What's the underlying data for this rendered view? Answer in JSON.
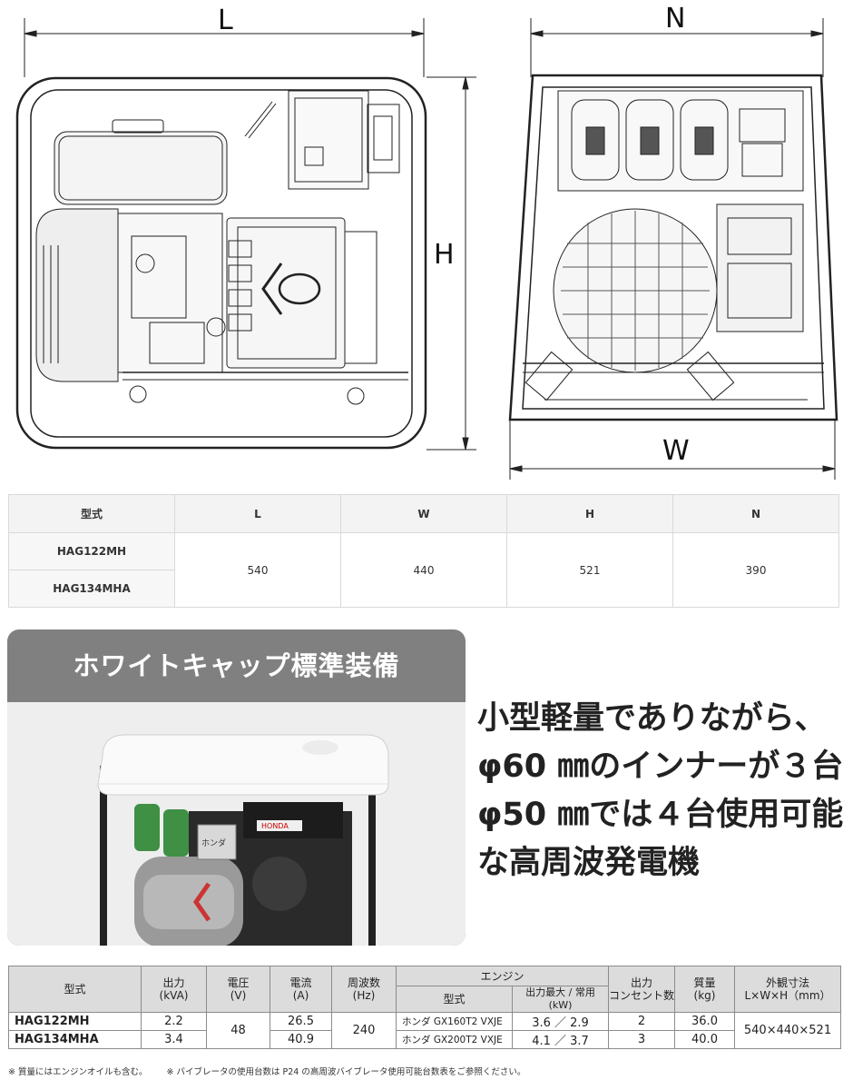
{
  "drawing": {
    "side_view": {
      "label_length": "L",
      "label_height": "H"
    },
    "front_view": {
      "label_top": "N",
      "label_width": "W"
    }
  },
  "dimension_table": {
    "headers": [
      "型式",
      "L",
      "W",
      "H",
      "N"
    ],
    "models": [
      "HAG122MH",
      "HAG134MHA"
    ],
    "values": [
      "540",
      "440",
      "521",
      "390"
    ]
  },
  "feature": {
    "title": "ホワイトキャップ標準装備",
    "photo": {
      "plate_text": "ホンダ",
      "label_text": "HONDA"
    },
    "tagline": [
      "小型軽量でありながら、",
      "φ60 ㎜のインナーが３台",
      "φ50 ㎜では４台使用可能",
      "な高周波発電機"
    ]
  },
  "spec_table": {
    "headers": {
      "model": "型式",
      "output": [
        "出力",
        "(kVA)"
      ],
      "voltage": [
        "電圧",
        "(V)"
      ],
      "current": [
        "電流",
        "(A)"
      ],
      "frequency": [
        "周波数",
        "(Hz)"
      ],
      "engine": "エンジン",
      "engine_model": "型式",
      "engine_output": "出力最大 / 常用 (kW)",
      "outlets": [
        "出力",
        "コンセント数"
      ],
      "mass": [
        "質量",
        "(kg)"
      ],
      "size": [
        "外観寸法",
        "L×W×H（mm）"
      ]
    },
    "rows": [
      {
        "model": "HAG122MH",
        "output": "2.2",
        "current": "26.5",
        "engine": "ホンダ GX160T2 VXJE",
        "engine_output": "3.6 ／ 2.9",
        "outlets": "2",
        "mass": "36.0"
      },
      {
        "model": "HAG134MHA",
        "output": "3.4",
        "current": "40.9",
        "engine": "ホンダ GX200T2 VXJE",
        "engine_output": "4.1 ／ 3.7",
        "outlets": "3",
        "mass": "40.0"
      }
    ],
    "voltage": "48",
    "frequency": "240",
    "size": "540×440×521"
  },
  "footnotes": [
    "※ 質量にはエンジンオイルも含む。",
    "※ バイブレータの使用台数は P24 の高周波バイブレータ使用可能台数表をご参照ください。"
  ]
}
